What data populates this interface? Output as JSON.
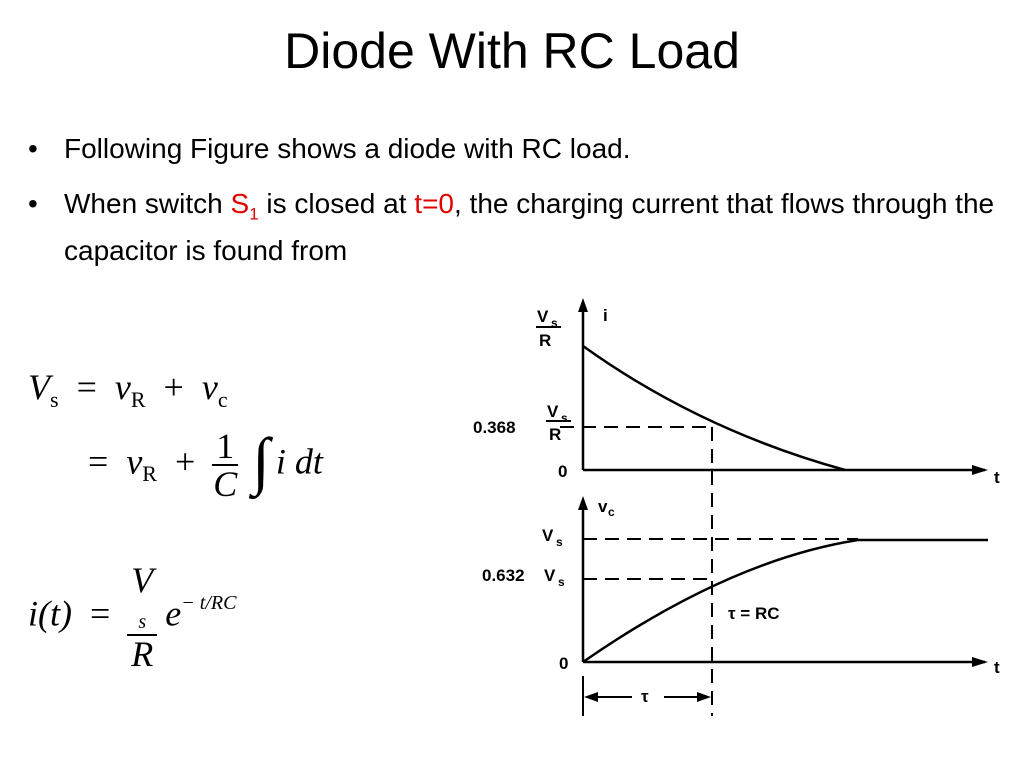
{
  "slide": {
    "title": "Diode With RC Load",
    "bullet1": "Following Figure shows a diode with RC load.",
    "bullet2": {
      "part1": "When switch ",
      "switch_letter": "S",
      "switch_sub": "1",
      "part2": " is closed at ",
      "time": "t=0",
      "part3": ", the charging current that flows through the capacitor is found from"
    }
  },
  "equations": {
    "eq1": {
      "lhs": "V",
      "lhs_sub": "s",
      "eq": "=",
      "t1": "v",
      "t1_sub": "R",
      "plus": "+",
      "t2": "v",
      "t2_sub": "c"
    },
    "eq2": {
      "eq": "=",
      "t1": "v",
      "t1_sub": "R",
      "plus": "+",
      "num": "1",
      "den": "C",
      "integral": "∫",
      "integrand": "i dt"
    },
    "eq3": {
      "lhs": "i(t)",
      "eq": "=",
      "num": "V",
      "num_sub": "s",
      "den": "R",
      "base": "e",
      "exponent": "− t/RC"
    }
  },
  "figure": {
    "top_plot": {
      "y_axis_label": "i",
      "x_axis_label": "t",
      "y_max_num": "V",
      "y_max_num_sub": "s",
      "y_max_den": "R",
      "mid_coef": "0.368",
      "mid_num": "V",
      "mid_num_sub": "s",
      "mid_den": "R",
      "zero": "0"
    },
    "bottom_plot": {
      "y_axis_label": "v",
      "y_axis_label_sub": "c",
      "x_axis_label": "t",
      "max_label": "V",
      "max_label_sub": "s",
      "mid_coef": "0.632",
      "mid_label": "V",
      "mid_label_sub": "s",
      "tau_eq": "τ = RC",
      "zero": "0",
      "tau": "τ"
    },
    "colors": {
      "accent": "#e00000"
    }
  }
}
